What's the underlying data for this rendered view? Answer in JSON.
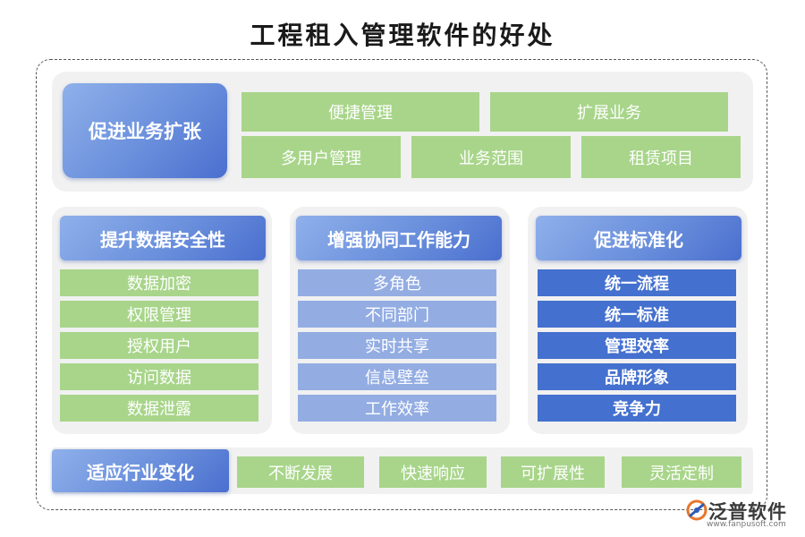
{
  "title": "工程租入管理软件的好处",
  "top": {
    "header": "促进业务扩张",
    "row1": [
      "便捷管理",
      "扩展业务"
    ],
    "row2": [
      "多用户管理",
      "业务范围",
      "租赁项目"
    ]
  },
  "columns": [
    {
      "header": "提升数据安全性",
      "items": [
        "数据加密",
        "权限管理",
        "授权用户",
        "访问数据",
        "数据泄露"
      ]
    },
    {
      "header": "增强协同工作能力",
      "items": [
        "多角色",
        "不同部门",
        "实时共享",
        "信息壁垒",
        "工作效率"
      ]
    },
    {
      "header": "促进标准化",
      "items": [
        "统一流程",
        "统一标准",
        "管理效率",
        "品牌形象",
        "竞争力"
      ]
    }
  ],
  "bottom": {
    "header": "适应行业变化",
    "items": [
      "不断发展",
      "快速响应",
      "可扩展性",
      "灵活定制"
    ]
  },
  "logo": {
    "name": "泛普软件",
    "url": "www.fanpusoft.com",
    "icon": "fanpu-logo-icon"
  }
}
